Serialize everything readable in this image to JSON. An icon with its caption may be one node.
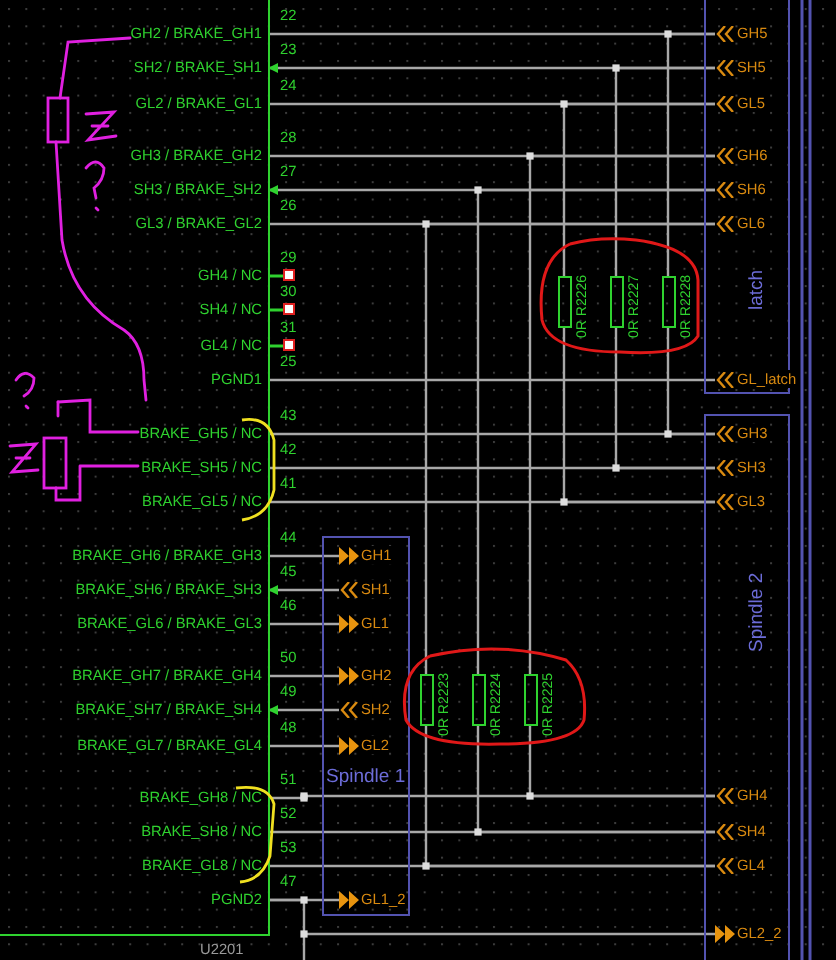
{
  "diagram": {
    "nodes": [
      {
        "text": [
          "latch"
        ]
      },
      {
        "text": [
          "GH5"
        ],
        "in": 0
      },
      {
        "text": [
          "SH5"
        ],
        "in": 0
      },
      {
        "text": [
          "GL5"
        ],
        "in": 0
      },
      {
        "text": [
          "GH6"
        ],
        "in": 0
      },
      {
        "text": [
          "SH6"
        ],
        "in": 0
      },
      {
        "text": [
          "GL6"
        ],
        "in": 0
      },
      {
        "text": [
          "GL_latch"
        ],
        "in": 0
      },
      {
        "text": [
          "Spindle 2"
        ]
      },
      {
        "text": [
          "GH3"
        ],
        "in": 8
      },
      {
        "text": [
          "SH3"
        ],
        "in": 8
      },
      {
        "text": [
          "GL3"
        ],
        "in": 8
      },
      {
        "text": [
          "GH4"
        ],
        "in": 8
      },
      {
        "text": [
          "SH4"
        ],
        "in": 8
      },
      {
        "text": [
          "GL4"
        ],
        "in": 8
      },
      {
        "text": [
          "GL2_2"
        ],
        "in": 8
      },
      {
        "text": [
          "Spindle 1"
        ]
      },
      {
        "text": [
          "GH1"
        ],
        "in": 16
      },
      {
        "text": [
          "SH1"
        ],
        "in": 16
      },
      {
        "text": [
          "GL1"
        ],
        "in": 16
      },
      {
        "text": [
          "GH2"
        ],
        "in": 16
      },
      {
        "text": [
          "SH2"
        ],
        "in": 16
      },
      {
        "text": [
          "GL2"
        ],
        "in": 16
      },
      {
        "text": [
          "GL1_2"
        ],
        "in": 16
      },
      {
        "text": [],
        "shape": "box"
      },
      {
        "text": [
          "GH2 / BRAKE_GH1"
        ],
        "beside": [
          "22"
        ],
        "in": 24
      },
      {
        "text": [
          "SH2 / BRAKE_SH1"
        ],
        "beside": [
          "23"
        ],
        "in": 24
      },
      {
        "text": [
          "GL2 / BRAKE_GL1"
        ],
        "beside": [
          "24"
        ],
        "in": 24
      },
      {
        "text": [
          "GH3 / BRAKE_GH2"
        ],
        "beside": [
          "28"
        ],
        "in": 24
      },
      {
        "text": [
          "SH3 / BRAKE_SH2"
        ],
        "beside": [
          "27"
        ],
        "in": 24
      },
      {
        "text": [
          "GL3 / BRAKE_GL2"
        ],
        "beside": [
          "26"
        ],
        "in": 24
      },
      {
        "text": [
          "GH4 / NC"
        ],
        "beside": [
          "29"
        ],
        "in": 24
      },
      {
        "text": [
          "SH4 / NC"
        ],
        "beside": [
          "30"
        ],
        "in": 24
      },
      {
        "text": [
          "GL4 / NC"
        ],
        "beside": [
          "31"
        ],
        "in": 24
      },
      {
        "text": [
          "PGND1"
        ],
        "beside": [
          "25"
        ],
        "in": 24
      },
      {
        "text": [
          "BRAKE_GH5 / NC"
        ],
        "beside": [
          "43"
        ],
        "in": 24
      },
      {
        "text": [
          "BRAKE_SH5 / NC"
        ],
        "beside": [
          "42"
        ],
        "in": 24
      },
      {
        "text": [
          "BRAKE_GL5 / NC"
        ],
        "beside": [
          "41"
        ],
        "in": 24
      },
      {
        "text": [
          "BRAKE_GH6 / BRAKE_GH3"
        ],
        "beside": [
          "44"
        ],
        "in": 24
      },
      {
        "text": [
          "BRAKE_SH6 / BRAKE_SH3"
        ],
        "beside": [
          "45"
        ],
        "in": 24
      },
      {
        "text": [
          "BRAKE_GL6 / BRAKE_GL3"
        ],
        "beside": [
          "46"
        ],
        "in": 24
      },
      {
        "text": [
          "BRAKE_GH7 / BRAKE_GH4"
        ],
        "beside": [
          "50"
        ],
        "in": 24
      },
      {
        "text": [
          "BRAKE_SH7 / BRAKE_SH4"
        ],
        "beside": [
          "49"
        ],
        "in": 24
      },
      {
        "text": [
          "BRAKE_GL7 / BRAKE_GL4"
        ],
        "beside": [
          "48"
        ],
        "in": 24
      },
      {
        "text": [
          "BRAKE_GH8 / NC"
        ],
        "beside": [
          "51"
        ],
        "in": 24
      },
      {
        "text": [
          "BRAKE_SH8 / NC"
        ],
        "beside": [
          "52"
        ],
        "in": 24
      },
      {
        "text": [
          "BRAKE_GL8 / NC"
        ],
        "beside": [
          "53"
        ],
        "in": 24
      },
      {
        "text": [
          "PGND2"
        ],
        "beside": [
          "47"
        ],
        "in": 24
      },
      {
        "text": [],
        "shape": "resistor",
        "beside": [
          "0R R2226"
        ]
      },
      {
        "text": [],
        "shape": "resistor",
        "beside": [
          "0R R2227"
        ]
      },
      {
        "text": [],
        "shape": "resistor",
        "beside": [
          "0R R2228"
        ]
      },
      {
        "text": [],
        "shape": "resistor",
        "beside": [
          "0R R2223"
        ]
      },
      {
        "text": [],
        "shape": "resistor",
        "beside": [
          "0R R2224"
        ]
      },
      {
        "text": [],
        "shape": "resistor",
        "beside": [
          "0R R2225"
        ]
      }
    ],
    "edges": [
      {
        "from": 25,
        "to": 1,
        "arrow": "none"
      },
      {
        "from": 2,
        "to": 26,
        "arrow": "to"
      },
      {
        "from": 27,
        "to": 3,
        "arrow": "none"
      },
      {
        "from": 28,
        "to": 4,
        "arrow": "none"
      },
      {
        "from": 5,
        "to": 29,
        "arrow": "to"
      },
      {
        "from": 30,
        "to": 6,
        "arrow": "none"
      },
      {
        "from": 34,
        "to": 7,
        "arrow": "none"
      },
      {
        "from": 35,
        "to": 9,
        "arrow": "none"
      },
      {
        "from": 36,
        "to": 10,
        "arrow": "none"
      },
      {
        "from": 37,
        "to": 11,
        "arrow": "none"
      },
      {
        "from": 38,
        "to": 17,
        "arrow": "to"
      },
      {
        "from": 18,
        "to": 39,
        "arrow": "to"
      },
      {
        "from": 40,
        "to": 19,
        "arrow": "to"
      },
      {
        "from": 41,
        "to": 20,
        "arrow": "to"
      },
      {
        "from": 21,
        "to": 42,
        "arrow": "to"
      },
      {
        "from": 43,
        "to": 22,
        "arrow": "to"
      },
      {
        "from": 44,
        "to": 12,
        "arrow": "none"
      },
      {
        "from": 45,
        "to": 13,
        "arrow": "none"
      },
      {
        "from": 46,
        "to": 14,
        "arrow": "none"
      },
      {
        "from": 47,
        "to": 23,
        "arrow": "to"
      },
      {
        "from": 47,
        "to": 15,
        "arrow": "to"
      },
      {
        "from": 48,
        "to": 3,
        "arrow": "none"
      },
      {
        "from": 48,
        "to": 11,
        "arrow": "none"
      },
      {
        "from": 49,
        "to": 2,
        "arrow": "none"
      },
      {
        "from": 49,
        "to": 10,
        "arrow": "none"
      },
      {
        "from": 50,
        "to": 1,
        "arrow": "none"
      },
      {
        "from": 50,
        "to": 9,
        "arrow": "none"
      },
      {
        "from": 51,
        "to": 6,
        "arrow": "none"
      },
      {
        "from": 51,
        "to": 14,
        "arrow": "none"
      },
      {
        "from": 52,
        "to": 5,
        "arrow": "none"
      },
      {
        "from": 52,
        "to": 13,
        "arrow": "none"
      },
      {
        "from": 53,
        "to": 4,
        "arrow": "none"
      },
      {
        "from": 53,
        "to": 12,
        "arrow": "none"
      }
    ],
    "labels": [
      "U2201"
    ]
  }
}
